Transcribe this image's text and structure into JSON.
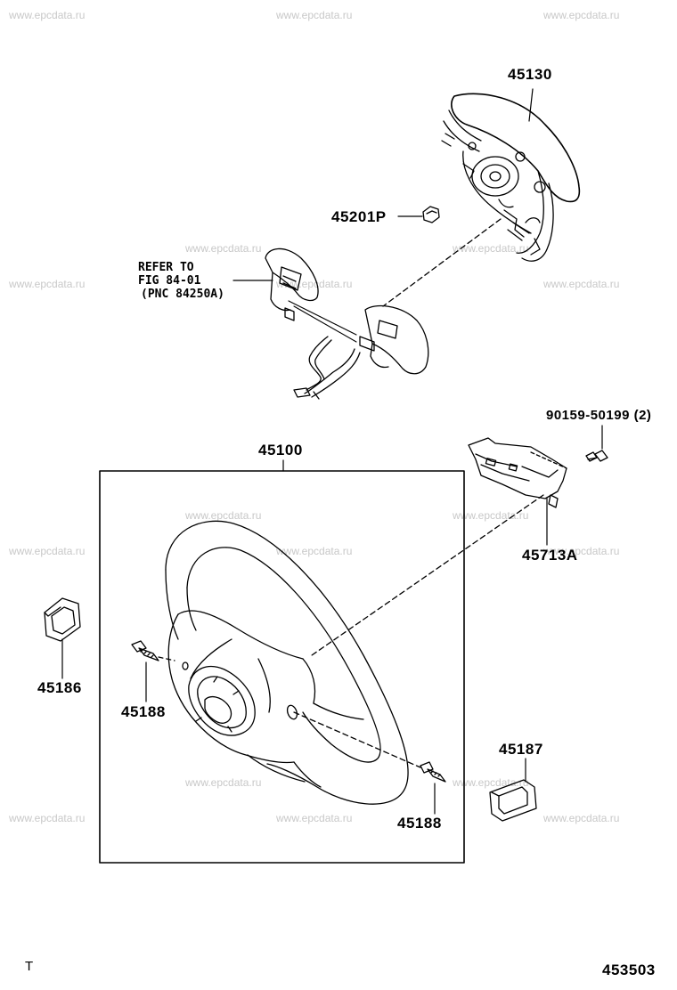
{
  "watermark": "www.epcdata.ru",
  "parts": {
    "p45130": "45130",
    "p45201p": "45201P",
    "p90159": "90159-50199 (2)",
    "p45100": "45100",
    "p45713a": "45713A",
    "p45186": "45186",
    "p45188_left": "45188",
    "p45188_right": "45188",
    "p45187": "45187"
  },
  "reference_note": {
    "line1": "REFER TO",
    "line2": "FIG 84-01",
    "line3": "(PNC 84250A)"
  },
  "footer": {
    "left_mark": "T",
    "figure_number": "453503"
  }
}
